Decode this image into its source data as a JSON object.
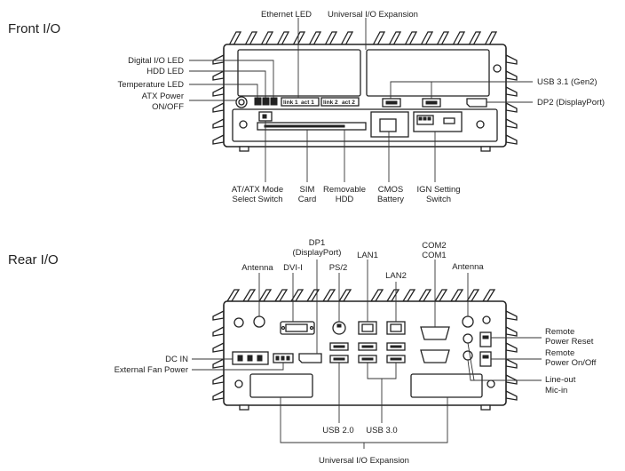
{
  "front": {
    "title": "Front I/O",
    "labels": {
      "ethernet_led": "Ethernet LED",
      "universal_io_top": "Universal I/O Expansion",
      "digital_io_led": "Digital I/O LED",
      "hdd_led": "HDD LED",
      "temperature_led": "Temperature LED",
      "atx_power_1": "ATX Power",
      "atx_power_2": "ON/OFF",
      "usb31": "USB 3.1 (Gen2)",
      "dp2": "DP2 (DisplayPort)",
      "atatx_1": "AT/ATX Mode",
      "atatx_2": "Select Switch",
      "sim_1": "SIM",
      "sim_2": "Card",
      "hdd_1": "Removable",
      "hdd_2": "HDD",
      "cmos_1": "CMOS",
      "cmos_2": "Battery",
      "ign_1": "IGN Setting",
      "ign_2": "Switch"
    },
    "panel_text": {
      "link1": "link 1",
      "act1": "act 1",
      "link2": "link 2",
      "act2": "act 2"
    }
  },
  "rear": {
    "title": "Rear I/O",
    "labels": {
      "dp1_1": "DP1",
      "dp1_2": "(DisplayPort)",
      "antenna_left": "Antenna",
      "dvi": "DVI-I",
      "ps2": "PS/2",
      "lan1": "LAN1",
      "lan2": "LAN2",
      "com2": "COM2",
      "com1": "COM1",
      "antenna_right": "Antenna",
      "dc_in": "DC IN",
      "ext_fan": "External Fan Power",
      "remote_reset_1": "Remote",
      "remote_reset_2": "Power Reset",
      "remote_onoff_1": "Remote",
      "remote_onoff_2": "Power On/Off",
      "lineout": "Line-out",
      "micin": "Mic-in",
      "usb20": "USB 2.0",
      "usb30": "USB 3.0",
      "universal_io_bottom": "Universal I/O Expansion"
    }
  }
}
